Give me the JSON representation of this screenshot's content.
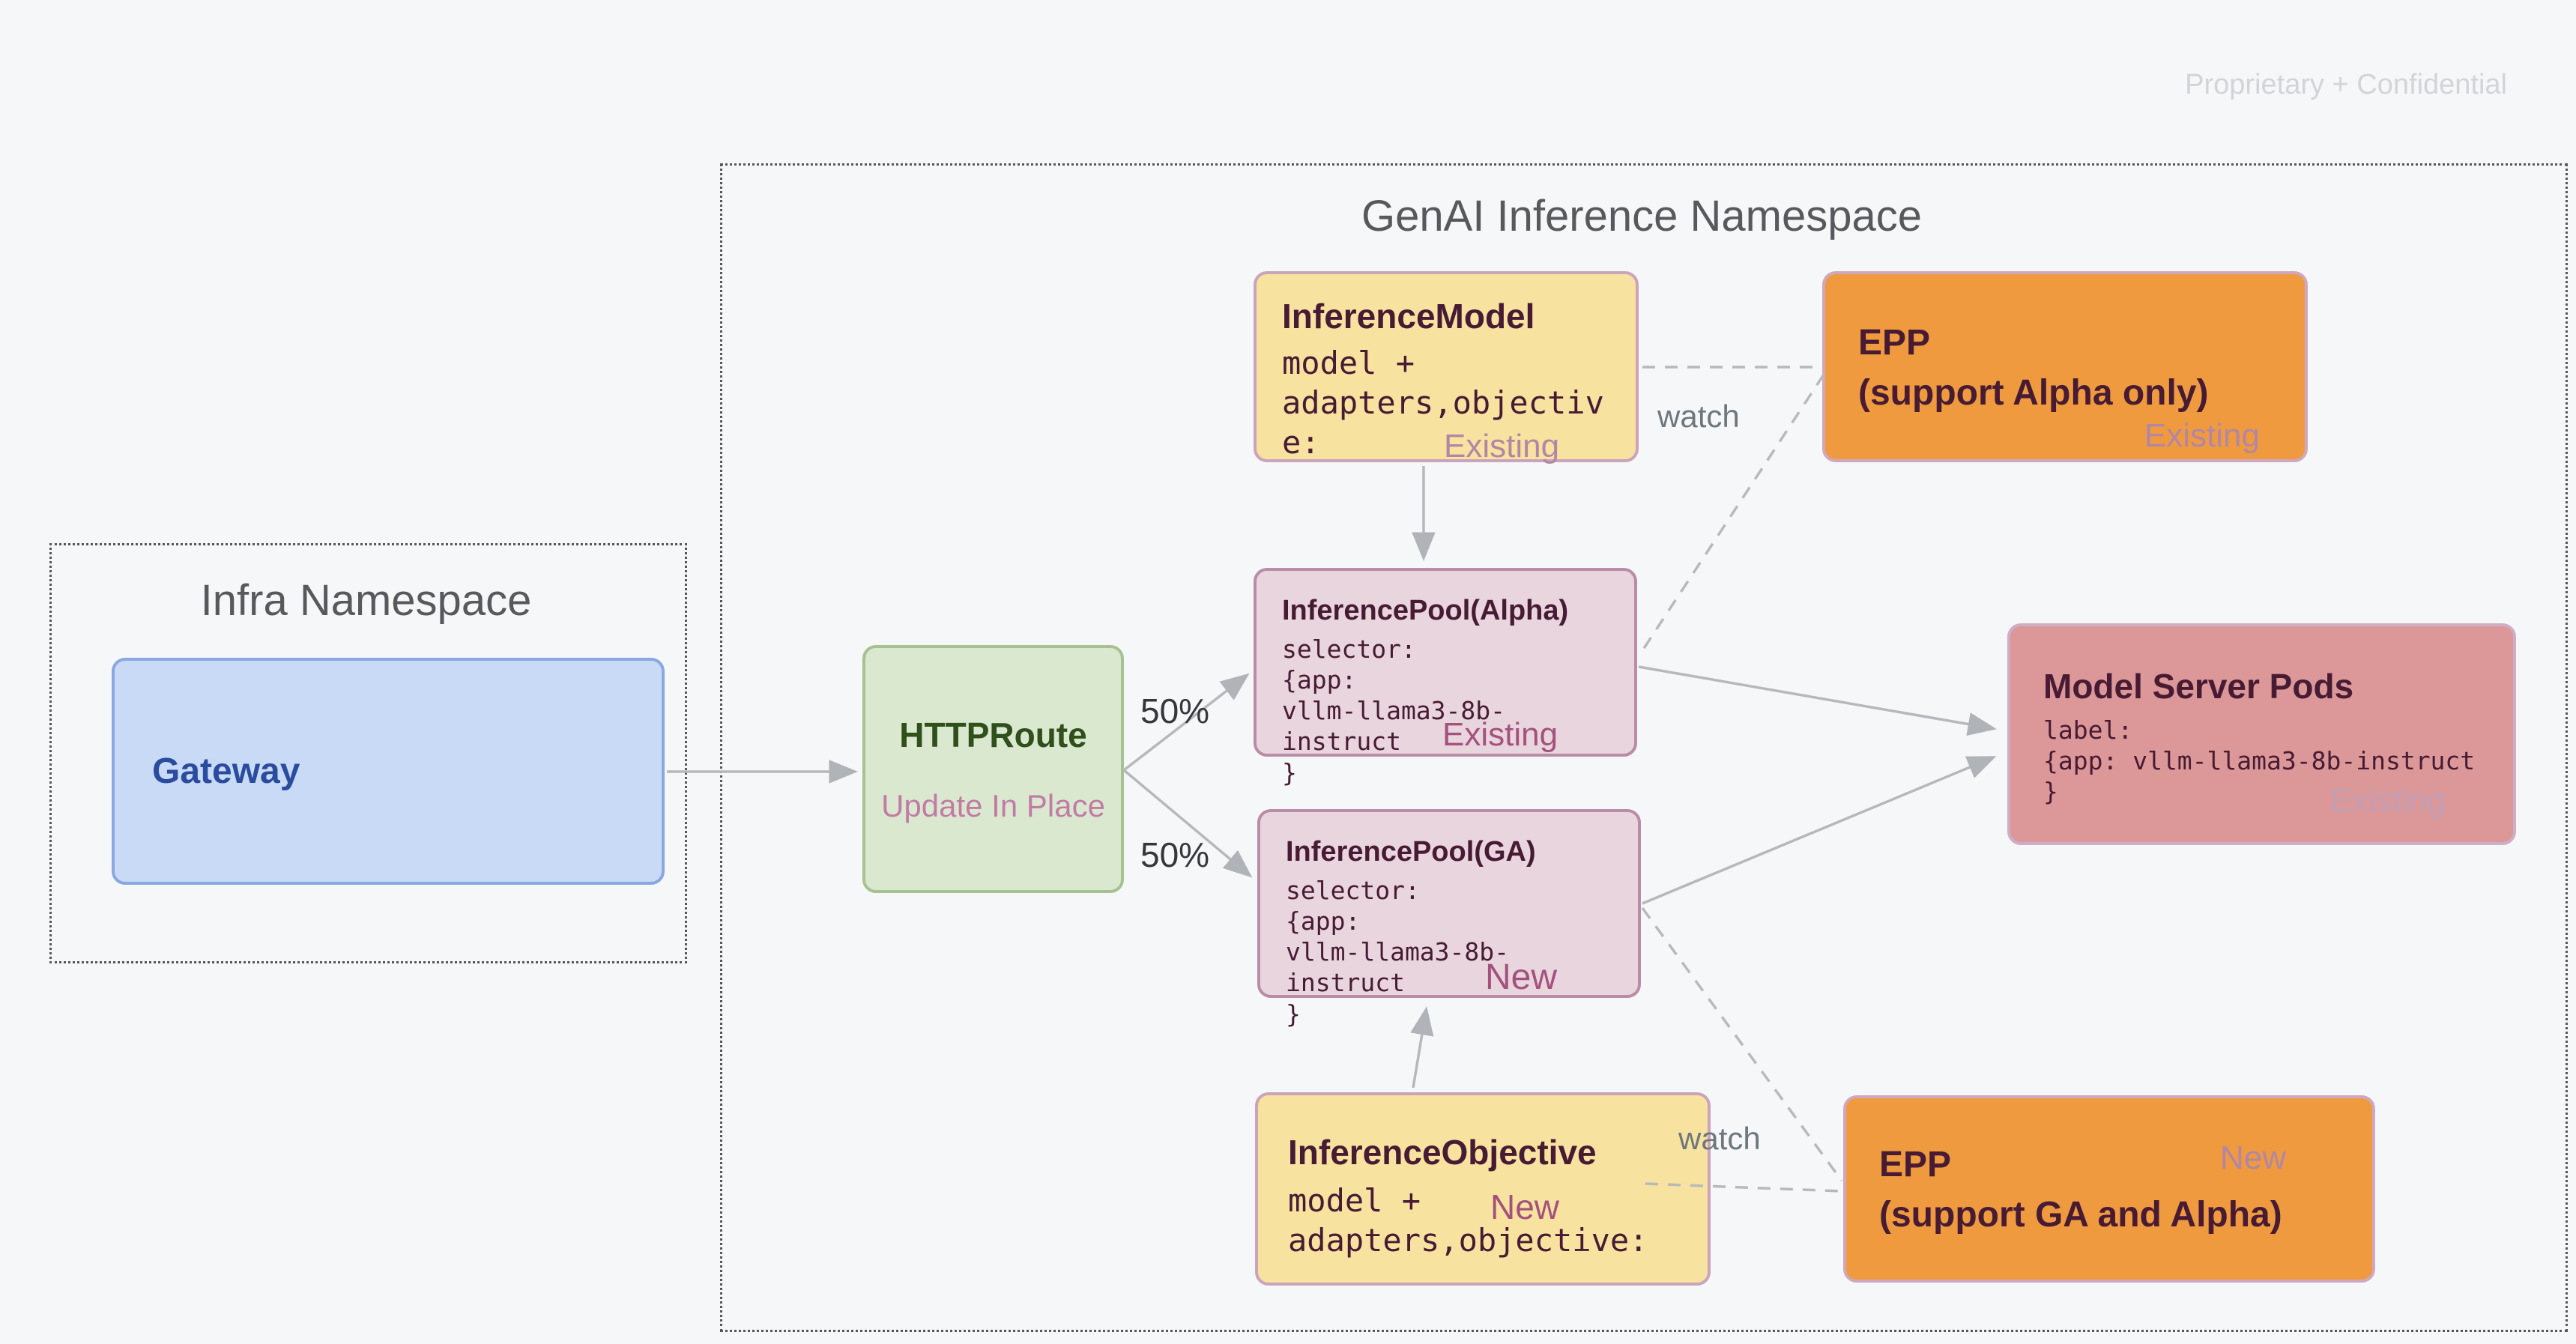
{
  "watermark": "Proprietary + Confidential",
  "infra": {
    "title": "Infra Namespace",
    "gateway": {
      "title": "Gateway"
    }
  },
  "genai": {
    "title": "GenAI Inference Namespace",
    "inference_model": {
      "title": "InferenceModel",
      "code": "model +\nadapters,objectiv\ne:",
      "badge": "Existing"
    },
    "epp_alpha": {
      "title": "EPP\n(support Alpha only)",
      "badge": "Existing"
    },
    "pool_alpha": {
      "title": "InferencePool(Alpha)",
      "code": "selector:\n{app:\nvllm-llama3-8b-instruct\n}",
      "badge": "Existing"
    },
    "httproute": {
      "title": "HTTPRoute",
      "subtitle": "Update In Place"
    },
    "model_server_pods": {
      "title": "Model Server Pods",
      "code": "label:\n{app: vllm-llama3-8b-instruct\n}",
      "badge": "Existing"
    },
    "pool_ga": {
      "title": "InferencePool(GA)",
      "code": "selector:\n{app:\nvllm-llama3-8b-instruct\n}",
      "badge": "New"
    },
    "inference_objective": {
      "title": "InferenceObjective",
      "code": "model +\nadapters,objective:",
      "badge": "New"
    },
    "epp_ga": {
      "title": "EPP\n(support GA and Alpha)",
      "badge": "New"
    }
  },
  "labels": {
    "watch_top": "watch",
    "watch_bottom": "watch",
    "split_top": "50%",
    "split_bottom": "50%"
  },
  "edges": [
    {
      "from": "gateway",
      "to": "httproute",
      "style": "solid-arrow"
    },
    {
      "from": "httproute",
      "to": "pool_alpha",
      "style": "solid-arrow",
      "label": "50%"
    },
    {
      "from": "httproute",
      "to": "pool_ga",
      "style": "solid-arrow",
      "label": "50%"
    },
    {
      "from": "inference_model",
      "to": "pool_alpha",
      "style": "solid-arrow"
    },
    {
      "from": "inference_objective",
      "to": "pool_ga",
      "style": "solid-arrow"
    },
    {
      "from": "pool_alpha",
      "to": "model_server_pods",
      "style": "solid-arrow"
    },
    {
      "from": "pool_ga",
      "to": "model_server_pods",
      "style": "solid-arrow"
    },
    {
      "from": "inference_model",
      "to": "epp_alpha",
      "style": "dashed",
      "label": "watch"
    },
    {
      "from": "epp_alpha",
      "to": "pool_alpha",
      "style": "dashed"
    },
    {
      "from": "pool_ga",
      "to": "epp_ga",
      "style": "dashed"
    },
    {
      "from": "inference_objective",
      "to": "epp_ga",
      "style": "dashed",
      "label": "watch"
    }
  ],
  "colors": {
    "background": "#f6f7f9",
    "box_yellow": "#f8e2a0",
    "box_orange": "#ef9a3f",
    "box_pool_pink": "#e9d5de",
    "box_rose": "#dc9798",
    "box_green": "#dbe8d0",
    "box_blue": "#c9daf6",
    "title_maroon": "#471b33",
    "title_green": "#2f4f1b",
    "title_blue": "#2b4c9e",
    "badge_strong": "#a4527d",
    "badge_muted": "#b286a6",
    "subtitle_pink": "#c17ca6",
    "connector_gray": "#b6b8bc",
    "dotted_border": "#54575b"
  }
}
